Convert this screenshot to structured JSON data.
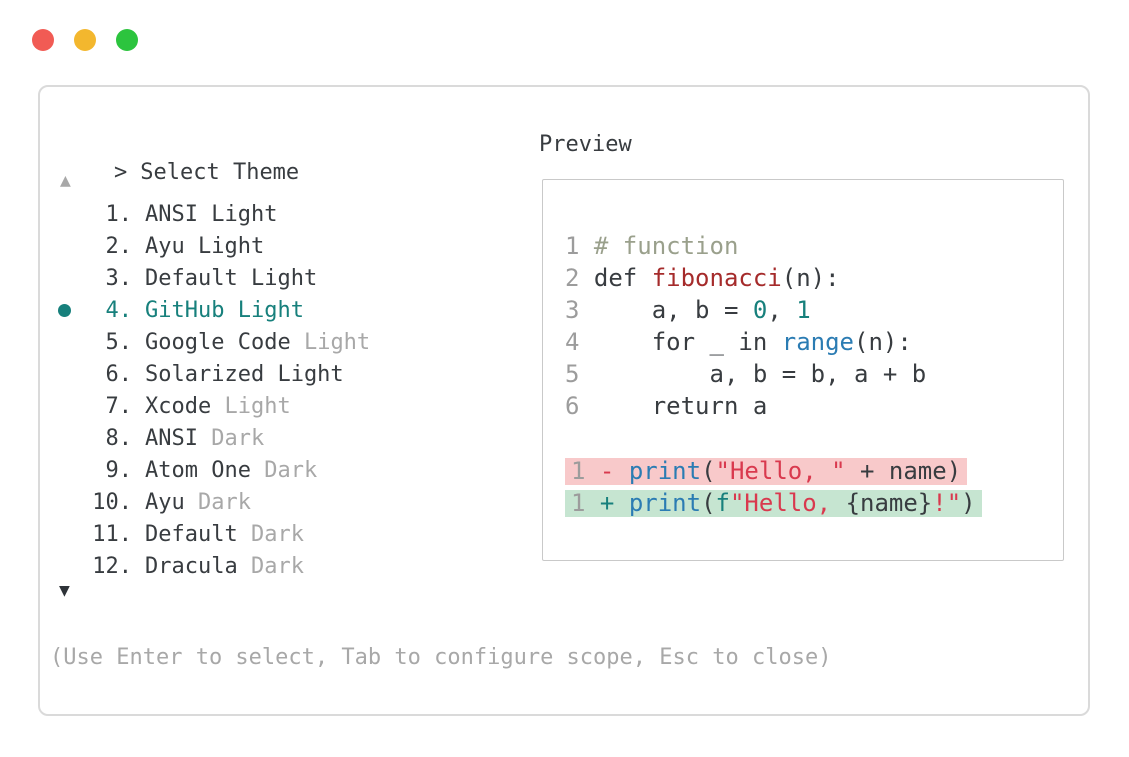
{
  "colors": {
    "accent_teal": "#17807c",
    "builtin_blue": "#2b7cb3",
    "string_red": "#d9394e",
    "function_red": "#a52b2b",
    "comment_gray": "#9aa08c",
    "text_dark": "#383c40",
    "muted_gray": "#a8a8a8",
    "line_number_gray": "#9c9c9c",
    "removed_bg": "#f8c9ca",
    "added_bg": "#c6e5d1",
    "panel_border": "#dadada",
    "preview_border": "#c9c9c9",
    "traffic_red": "#f15b54",
    "traffic_yellow": "#f3b72e",
    "traffic_green": "#2cc43e"
  },
  "palette": {
    "prompt": ">",
    "title": "Select Theme",
    "scroll_up": "▲",
    "scroll_down": "▼",
    "items": [
      {
        "number": "1.",
        "name": "ANSI Light",
        "variant": "",
        "selected": false
      },
      {
        "number": "2.",
        "name": "Ayu Light",
        "variant": "",
        "selected": false
      },
      {
        "number": "3.",
        "name": "Default Light",
        "variant": "",
        "selected": false
      },
      {
        "number": "4.",
        "name": "GitHub Light",
        "variant": "",
        "selected": true
      },
      {
        "number": "5.",
        "name": "Google Code",
        "variant": "Light",
        "selected": false
      },
      {
        "number": "6.",
        "name": "Solarized Light",
        "variant": "",
        "selected": false
      },
      {
        "number": "7.",
        "name": "Xcode",
        "variant": "Light",
        "selected": false
      },
      {
        "number": "8.",
        "name": "ANSI",
        "variant": "Dark",
        "selected": false
      },
      {
        "number": "9.",
        "name": "Atom One",
        "variant": "Dark",
        "selected": false
      },
      {
        "number": "10.",
        "name": "Ayu",
        "variant": "Dark",
        "selected": false
      },
      {
        "number": "11.",
        "name": "Default",
        "variant": "Dark",
        "selected": false
      },
      {
        "number": "12.",
        "name": "Dracula",
        "variant": "Dark",
        "selected": false
      }
    ],
    "footer_hint": "(Use Enter to select, Tab to configure scope, Esc to close)"
  },
  "preview": {
    "label": "Preview",
    "code_lines": [
      {
        "num": "1",
        "segments": [
          {
            "text": "# function",
            "style": "comment"
          }
        ]
      },
      {
        "num": "2",
        "segments": [
          {
            "text": "def ",
            "style": "plain"
          },
          {
            "text": "fibonacci",
            "style": "function"
          },
          {
            "text": "(n):",
            "style": "plain"
          }
        ]
      },
      {
        "num": "3",
        "segments": [
          {
            "text": "    a, b = ",
            "style": "plain"
          },
          {
            "text": "0",
            "style": "number"
          },
          {
            "text": ", ",
            "style": "plain"
          },
          {
            "text": "1",
            "style": "number"
          }
        ]
      },
      {
        "num": "4",
        "segments": [
          {
            "text": "    for _ in ",
            "style": "plain"
          },
          {
            "text": "range",
            "style": "builtin"
          },
          {
            "text": "(n):",
            "style": "plain"
          }
        ]
      },
      {
        "num": "5",
        "segments": [
          {
            "text": "        a, b = b, a + b",
            "style": "plain"
          }
        ]
      },
      {
        "num": "6",
        "segments": [
          {
            "text": "    return a",
            "style": "plain"
          }
        ]
      }
    ],
    "diff_lines": [
      {
        "num": "1",
        "kind": "removed",
        "segments": [
          {
            "text": "- ",
            "style": "string"
          },
          {
            "text": "print",
            "style": "builtin"
          },
          {
            "text": "(",
            "style": "plain"
          },
          {
            "text": "\"Hello, \"",
            "style": "string"
          },
          {
            "text": " + name)",
            "style": "plain"
          }
        ]
      },
      {
        "num": "1",
        "kind": "added",
        "segments": [
          {
            "text": "+ ",
            "style": "accent"
          },
          {
            "text": "print",
            "style": "builtin"
          },
          {
            "text": "(",
            "style": "plain"
          },
          {
            "text": "f",
            "style": "accent"
          },
          {
            "text": "\"Hello, ",
            "style": "string"
          },
          {
            "text": "{name}",
            "style": "plain"
          },
          {
            "text": "!\"",
            "style": "string"
          },
          {
            "text": ")",
            "style": "plain"
          }
        ]
      }
    ]
  }
}
